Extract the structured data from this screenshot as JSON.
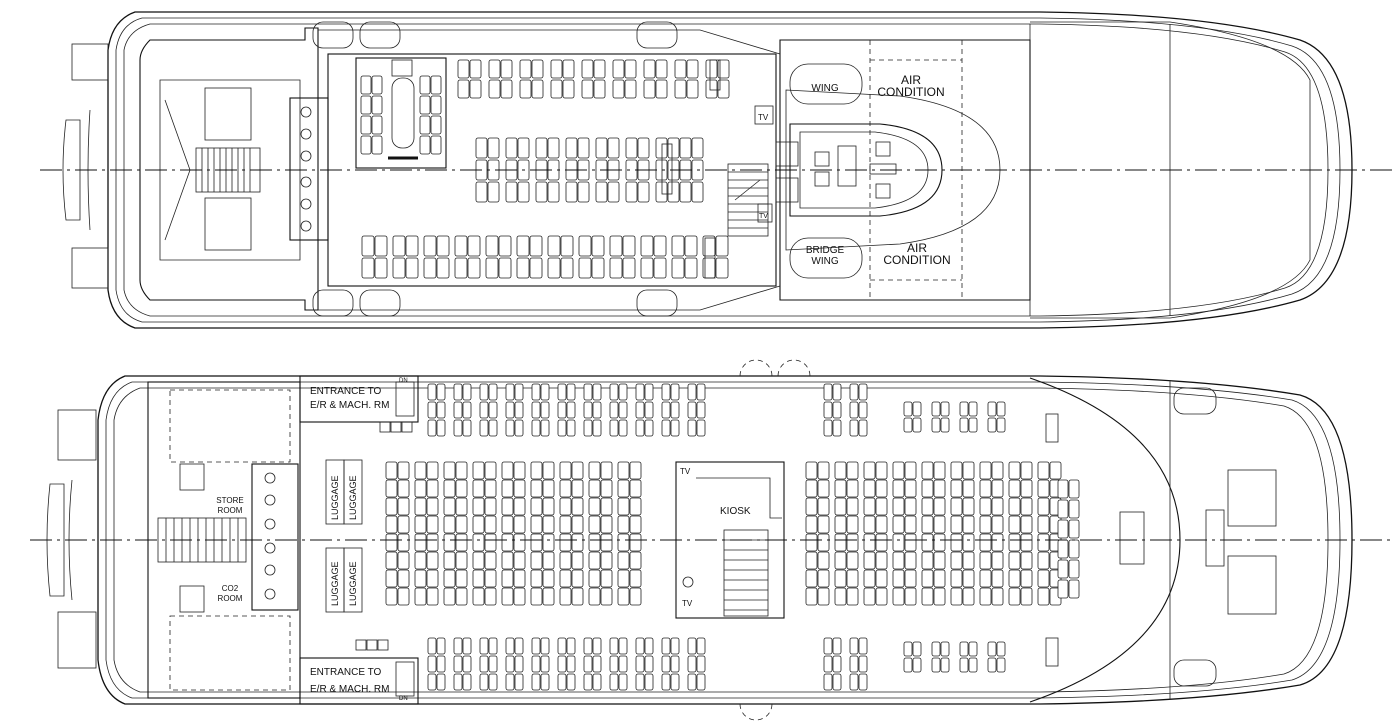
{
  "upper_deck": {
    "bridge_wing_top": "BRIDGE\nWING",
    "bridge_wing_bottom": "BRIDGE\nWING",
    "air_condition_top": "AIR\nCONDITION",
    "air_condition_bottom": "AIR\nCONDITION",
    "tv_1": "TV",
    "tv_2": "TV"
  },
  "main_deck": {
    "entrance_top": "ENTRANCE TO\nE/R & MACH. RM",
    "entrance_bottom": "ENTRANCE TO\nE/R & MACH. RM",
    "dn_top": "DN",
    "dn_bottom": "DN",
    "store_room": "STORE\nROOM",
    "co2_room": "CO2\nROOM",
    "luggage": "LUGGAGE",
    "kiosk": "KIOSK",
    "tv_kiosk_top": "TV",
    "tv_kiosk_bottom": "TV"
  },
  "colors": {
    "line": "#111111",
    "background": "#ffffff"
  }
}
